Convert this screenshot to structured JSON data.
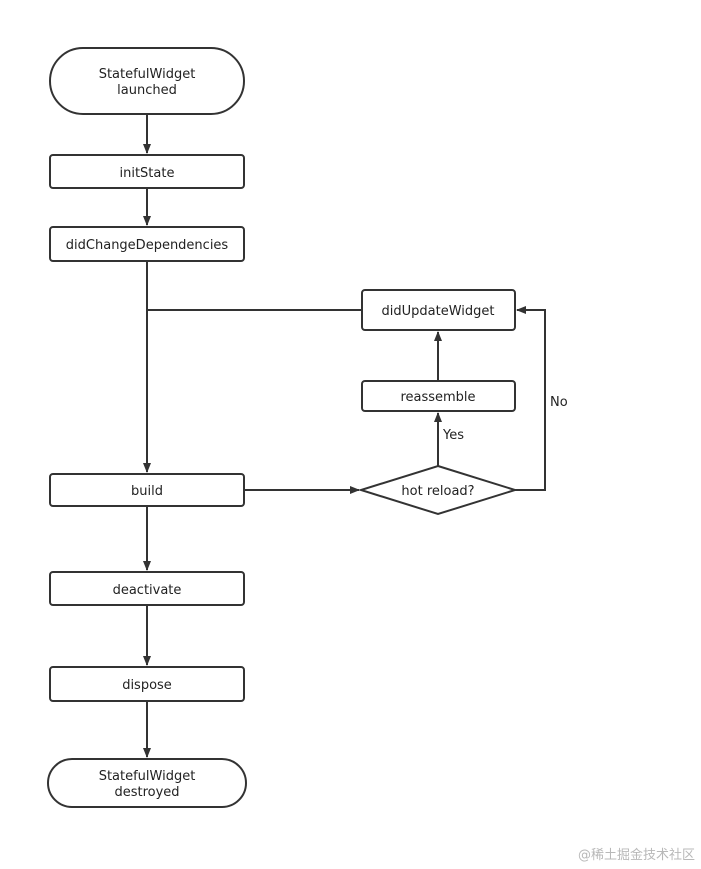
{
  "nodes": {
    "start": {
      "line1": "StatefulWidget",
      "line2": "launched"
    },
    "init_state": {
      "label": "initState"
    },
    "did_change_dependencies": {
      "label": "didChangeDependencies"
    },
    "did_update_widget": {
      "label": "didUpdateWidget"
    },
    "reassemble": {
      "label": "reassemble"
    },
    "build": {
      "label": "build"
    },
    "hot_reload": {
      "label": "hot reload?"
    },
    "deactivate": {
      "label": "deactivate"
    },
    "dispose": {
      "label": "dispose"
    },
    "end": {
      "line1": "StatefulWidget",
      "line2": "destroyed"
    }
  },
  "edges": {
    "yes_label": "Yes",
    "no_label": "No"
  },
  "watermark": "@稀土掘金技术社区",
  "colors": {
    "stroke": "#333333",
    "text": "#222222",
    "background": "#ffffff",
    "watermark": "#b8b8b8"
  }
}
